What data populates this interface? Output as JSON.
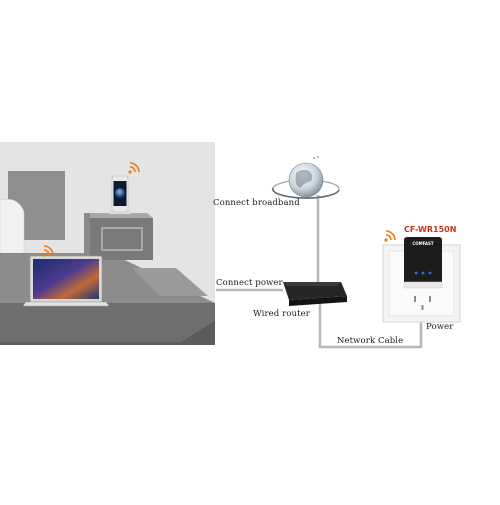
{
  "colors": {
    "wifi_orange": "#f07a14",
    "model_red": "#c8311e",
    "cable_gray": "#b8b8b8",
    "router_black": "#222222",
    "led_blue": "#2a6df0"
  },
  "icons": [
    "wifi-signal-icon",
    "globe-icon",
    "router-icon",
    "extender-icon",
    "laptop-icon",
    "phone-icon"
  ],
  "labels": {
    "connect_broadband": "Connect broadband",
    "connect_power": "Connect power",
    "wired_router": "Wired router",
    "network_cable": "Network Cable",
    "power": "Power",
    "model": "CF-WR150N",
    "brand": "COMFAST"
  }
}
